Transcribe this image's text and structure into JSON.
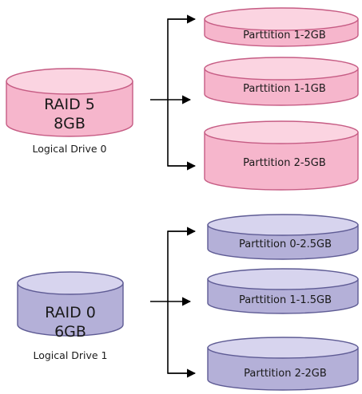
{
  "colors": {
    "pink_fill": "#f6b6cc",
    "pink_top": "#fbd4e1",
    "pink_edge": "#c65c84",
    "purple_fill": "#b4b0d8",
    "purple_top": "#d7d4ee",
    "purple_edge": "#5e5b94",
    "arrow": "#000000"
  },
  "drives": [
    {
      "name_line1": "RAID 5",
      "name_line2": "8GB",
      "caption": "Logical Drive 0",
      "partitions": [
        "Parttition 1-2GB",
        "Parttition 1-1GB",
        "Parttition 2-5GB"
      ]
    },
    {
      "name_line1": "RAID 0",
      "name_line2": "6GB",
      "caption": "Logical Drive 1",
      "partitions": [
        "Parttition 0-2.5GB",
        "Parttition 1-1.5GB",
        "Parttition 2-2GB"
      ]
    }
  ]
}
